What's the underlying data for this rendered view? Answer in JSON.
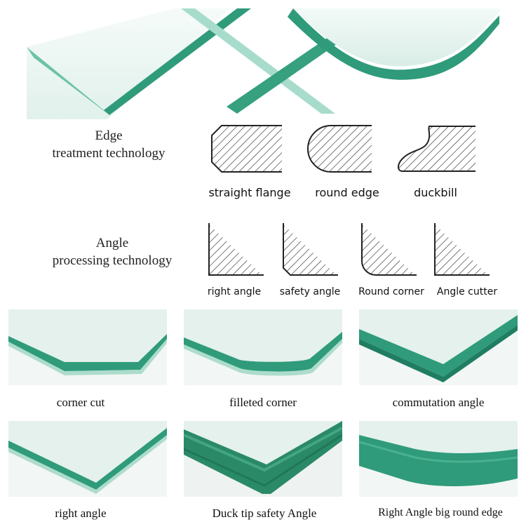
{
  "edge_section": {
    "heading_line1": "Edge",
    "heading_line2": "treatment technology",
    "profiles": [
      {
        "label": "straight flange",
        "icon": "straight-flange-profile-icon"
      },
      {
        "label": "round edge",
        "icon": "round-edge-profile-icon"
      },
      {
        "label": "duckbill",
        "icon": "duckbill-profile-icon"
      }
    ]
  },
  "angle_section": {
    "heading_line1": "Angle",
    "heading_line2": "processing technology",
    "profiles": [
      {
        "label": "right angle",
        "icon": "right-angle-profile-icon"
      },
      {
        "label": "safety angle",
        "icon": "safety-angle-profile-icon"
      },
      {
        "label": "Round corner",
        "icon": "round-corner-profile-icon"
      },
      {
        "label": "Angle cutter",
        "icon": "angle-cutter-profile-icon"
      }
    ]
  },
  "photo_grid": [
    {
      "label": "corner cut"
    },
    {
      "label": "filleted corner"
    },
    {
      "label": "commutation angle"
    },
    {
      "label": "right angle"
    },
    {
      "label": "Duck tip safety Angle"
    },
    {
      "label": "Right Angle big round edge"
    }
  ],
  "colors": {
    "glass_edge": "#2f9b7a",
    "glass_surface": "#e6f3ef",
    "hatch": "#222222"
  }
}
